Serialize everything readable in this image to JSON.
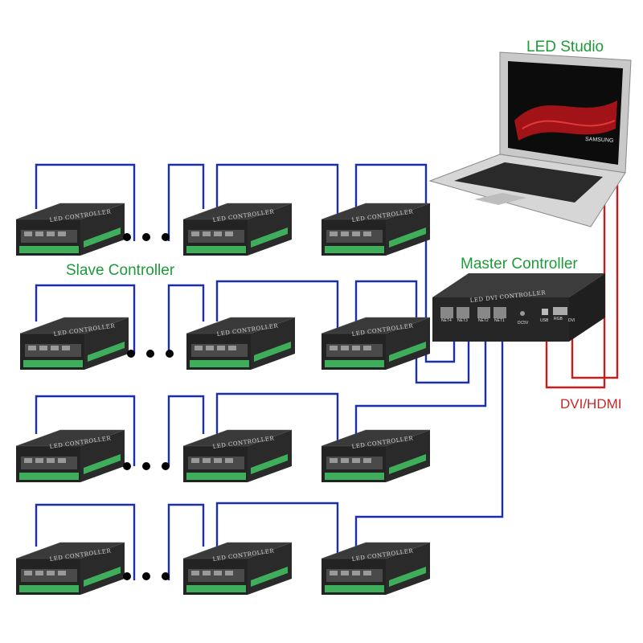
{
  "labels": {
    "software": "LED Studio",
    "master": "Master Controller",
    "slave": "Slave Controller",
    "video_link": "DVI/HDMI"
  },
  "laptop": {
    "brand": "SAMSUNG"
  },
  "master_device": {
    "face_label": "LED DVI CONTROLLER",
    "ports": [
      "NET4",
      "NET3",
      "NET2",
      "NET1",
      "DC5V",
      "USB",
      "RGB",
      "DVI"
    ]
  },
  "slave_device": {
    "face_label": "LED CONTROLLER"
  },
  "layout": {
    "rows": 4,
    "slaves_per_row": 3,
    "ellipsis_between_first_and_second": true
  },
  "colors": {
    "network_cable": "#1a2fa8",
    "video_cable": "#c81e1e",
    "label_green": "#1e9a3a",
    "label_red": "#c62828",
    "device_body": "#2b2b2b",
    "terminal_green": "#3fae5a"
  }
}
